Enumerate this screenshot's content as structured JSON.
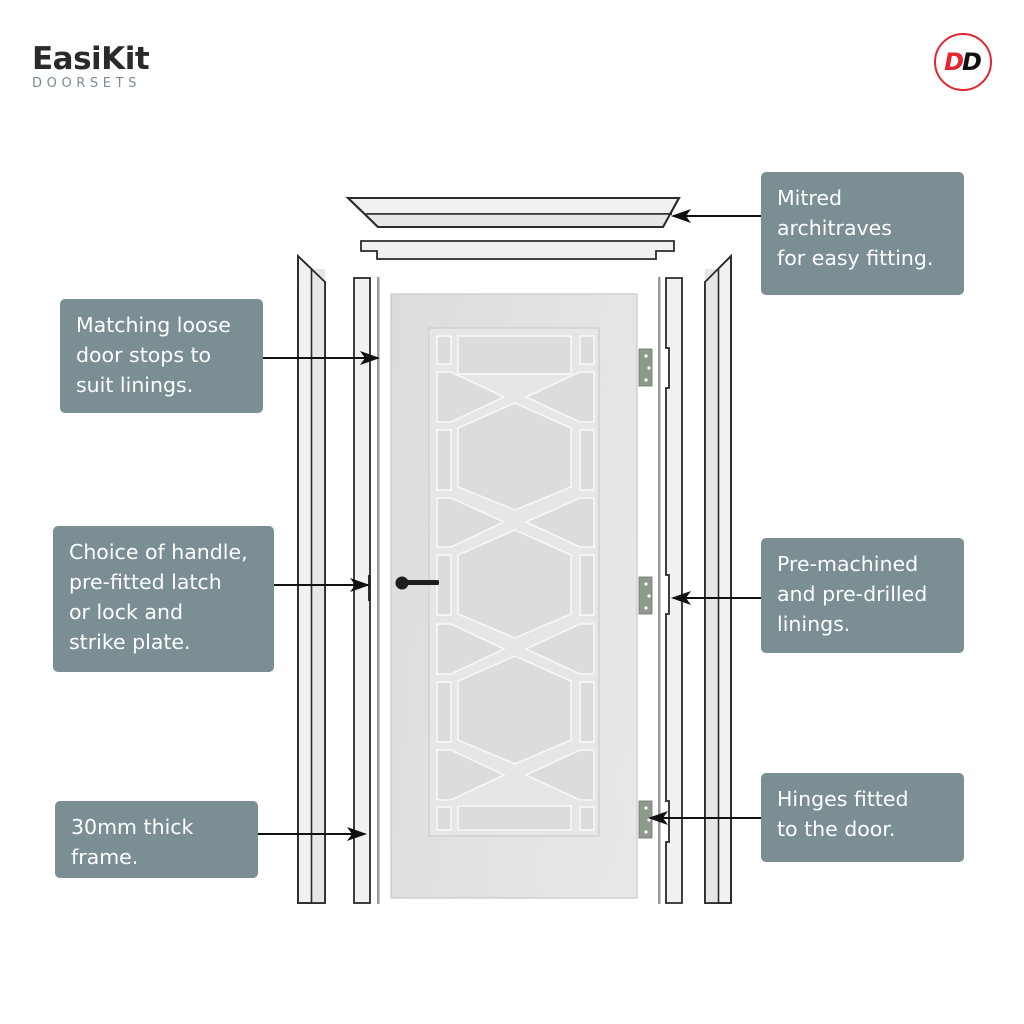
{
  "brand": {
    "name": "EasiKit",
    "tagline": "DOORSETS",
    "badge_left": "D",
    "badge_right": "D",
    "badge_color": "#e3262f"
  },
  "callouts": [
    {
      "id": "architraves",
      "text": "Mitred\narchitraves\nfor easy fitting.",
      "lines": [
        "Mitred",
        "architraves",
        "for easy fitting."
      ],
      "side": "right",
      "arrow_target": "architrave-top"
    },
    {
      "id": "door-stops",
      "lines": [
        "Matching loose",
        "door stops to",
        "suit linings."
      ],
      "side": "left",
      "arrow_target": "door-stop-left"
    },
    {
      "id": "handle",
      "lines": [
        "Choice of handle,",
        "pre-fitted latch",
        "or lock and",
        "strike plate."
      ],
      "side": "left",
      "arrow_target": "strike-plate"
    },
    {
      "id": "linings",
      "lines": [
        "Pre-machined",
        "and pre-drilled",
        "linings."
      ],
      "side": "right",
      "arrow_target": "lining-right"
    },
    {
      "id": "frame",
      "lines": [
        "30mm thick",
        "frame."
      ],
      "side": "left",
      "arrow_target": "frame-left"
    },
    {
      "id": "hinges",
      "lines": [
        "Hinges fitted",
        "to the door."
      ],
      "side": "right",
      "arrow_target": "hinge-bottom"
    }
  ],
  "colors": {
    "callout_bg": "#7b8e93",
    "callout_text": "#ffffff",
    "outline": "#2b2b2b",
    "door_face": "#e9e9e8",
    "hinge": "#8e9a8c"
  },
  "components": [
    "architrave-top",
    "head-lining",
    "architrave-left",
    "lining-left",
    "door-stop-left",
    "door-leaf",
    "handle",
    "hinges",
    "door-stop-right",
    "lining-right",
    "architrave-right"
  ]
}
